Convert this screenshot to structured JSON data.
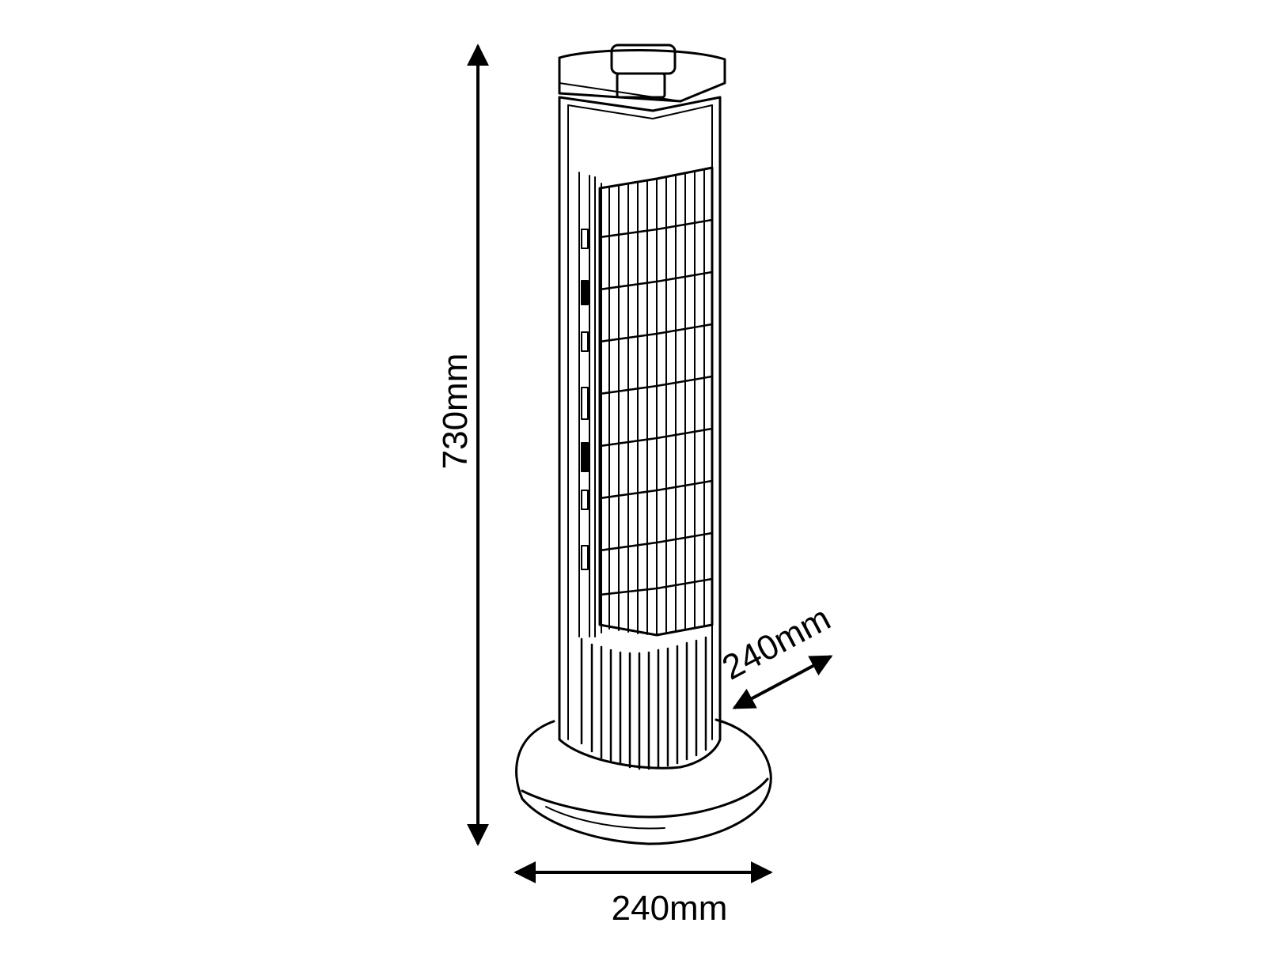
{
  "dimensions": {
    "height": "730mm",
    "width": "240mm",
    "depth": "240mm"
  },
  "colors": {
    "line": "#000000",
    "background": "#ffffff"
  }
}
